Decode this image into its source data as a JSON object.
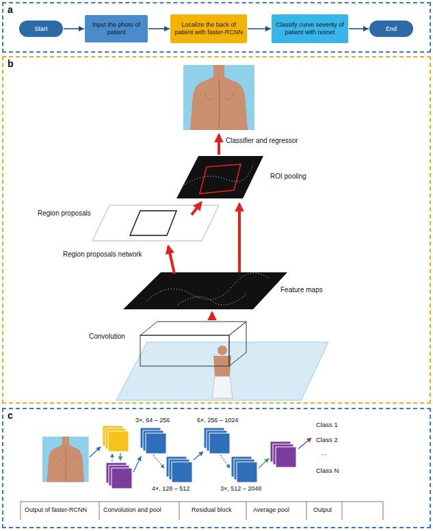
{
  "diagram": {
    "nodes": [
      {
        "text": [
          "a"
        ]
      },
      {
        "text": [
          "Start"
        ],
        "in": 0
      },
      {
        "text": [
          "Input the photo of patient"
        ],
        "in": 0
      },
      {
        "text": [
          "Localize the back of patient with faster-RCNN"
        ],
        "in": 0
      },
      {
        "text": [
          "Classify curve severity of patient with resnet"
        ],
        "in": 0
      },
      {
        "text": [
          "End"
        ],
        "in": 0
      },
      {
        "text": [
          "b"
        ]
      },
      {
        "text": [
          "c"
        ]
      }
    ],
    "edges": [
      {
        "from": 1,
        "to": 2,
        "arrow": "to"
      },
      {
        "from": 2,
        "to": 3,
        "arrow": "to"
      },
      {
        "from": 3,
        "to": 4,
        "arrow": "to"
      },
      {
        "from": 4,
        "to": 5,
        "arrow": "to"
      }
    ],
    "labels": [
      "Classifier and regressor",
      "ROI pooling",
      "Region proposals",
      "Region proposals network",
      "Feature maps",
      "Convolution",
      "3×, 64 – 256",
      "6×, 256 – 1024",
      "4×, 128 – 512",
      "3×, 512 – 2048",
      "Class 1",
      "Class 2",
      "...",
      "Class N",
      "Output of faster-RCNN",
      "Convolution and pool",
      "Residual block",
      "Average pool",
      "Output"
    ]
  }
}
